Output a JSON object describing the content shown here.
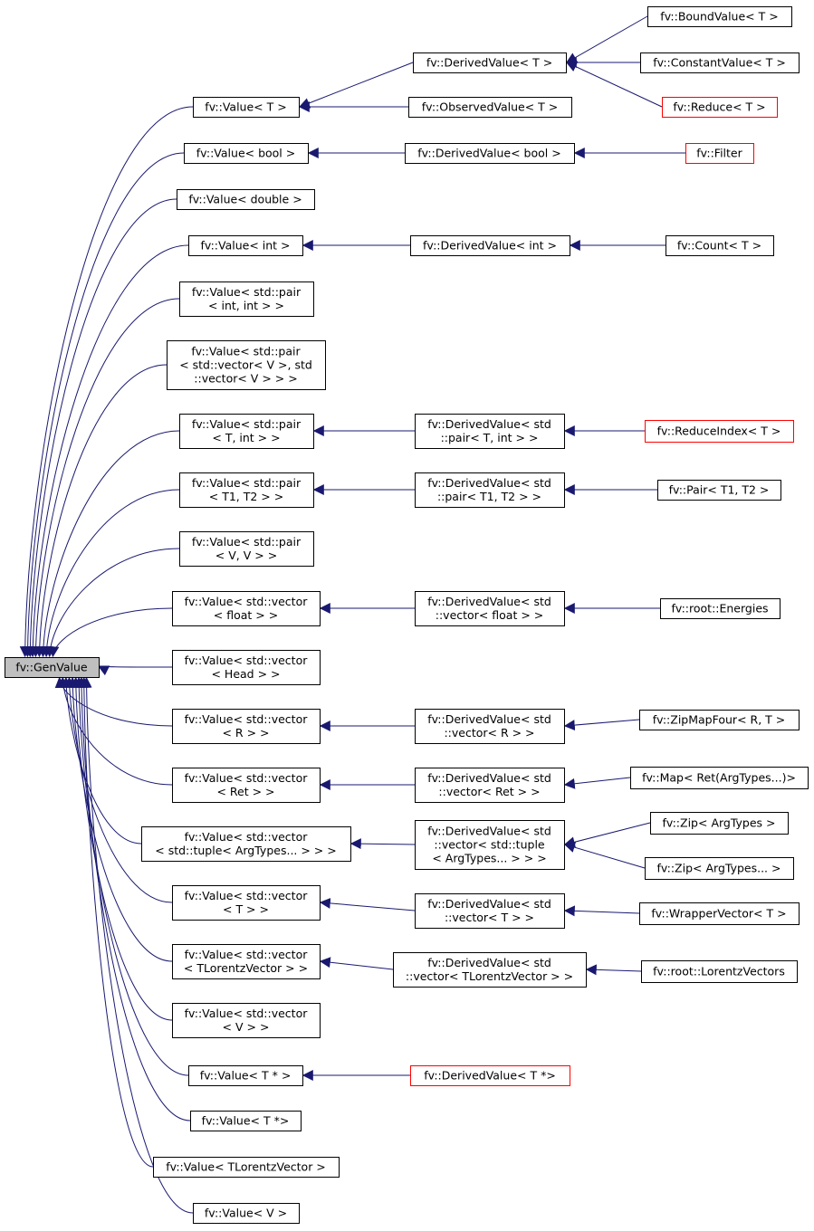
{
  "root": {
    "lines": [
      "fv::GenValue"
    ],
    "style": "root"
  },
  "nodes": [
    {
      "id": "bound",
      "lines": [
        "fv::BoundValue< T >"
      ],
      "style": "normal"
    },
    {
      "id": "derived_t",
      "lines": [
        "fv::DerivedValue< T >"
      ],
      "style": "normal"
    },
    {
      "id": "constant",
      "lines": [
        "fv::ConstantValue< T >"
      ],
      "style": "normal"
    },
    {
      "id": "value_t",
      "lines": [
        "fv::Value< T >"
      ],
      "style": "normal"
    },
    {
      "id": "observed",
      "lines": [
        "fv::ObservedValue< T >"
      ],
      "style": "normal"
    },
    {
      "id": "reduce",
      "lines": [
        "fv::Reduce< T >"
      ],
      "style": "red"
    },
    {
      "id": "value_bool",
      "lines": [
        "fv::Value< bool >"
      ],
      "style": "normal"
    },
    {
      "id": "derived_bool",
      "lines": [
        "fv::DerivedValue< bool >"
      ],
      "style": "normal"
    },
    {
      "id": "filter",
      "lines": [
        "fv::Filter"
      ],
      "style": "red"
    },
    {
      "id": "value_double",
      "lines": [
        "fv::Value< double >"
      ],
      "style": "normal"
    },
    {
      "id": "value_int",
      "lines": [
        "fv::Value< int >"
      ],
      "style": "normal"
    },
    {
      "id": "derived_int",
      "lines": [
        "fv::DerivedValue< int >"
      ],
      "style": "normal"
    },
    {
      "id": "count",
      "lines": [
        "fv::Count< T >"
      ],
      "style": "normal"
    },
    {
      "id": "value_pair_int",
      "lines": [
        "fv::Value< std::pair",
        "< int, int > >"
      ],
      "style": "normal"
    },
    {
      "id": "value_pair_vec",
      "lines": [
        "fv::Value< std::pair",
        "< std::vector< V >, std",
        "::vector< V > > >"
      ],
      "style": "normal"
    },
    {
      "id": "value_pair_t_int",
      "lines": [
        "fv::Value< std::pair",
        "< T, int > >"
      ],
      "style": "normal"
    },
    {
      "id": "derived_pair_t_int",
      "lines": [
        "fv::DerivedValue< std",
        "::pair< T, int > >"
      ],
      "style": "normal"
    },
    {
      "id": "reduceindex",
      "lines": [
        "fv::ReduceIndex< T >"
      ],
      "style": "red"
    },
    {
      "id": "value_pair_t1t2",
      "lines": [
        "fv::Value< std::pair",
        "< T1, T2 > >"
      ],
      "style": "normal"
    },
    {
      "id": "derived_pair_t1t2",
      "lines": [
        "fv::DerivedValue< std",
        "::pair< T1, T2 > >"
      ],
      "style": "normal"
    },
    {
      "id": "pair",
      "lines": [
        "fv::Pair< T1, T2 >"
      ],
      "style": "normal"
    },
    {
      "id": "value_pair_vv",
      "lines": [
        "fv::Value< std::pair",
        "< V, V > >"
      ],
      "style": "normal"
    },
    {
      "id": "value_vec_float",
      "lines": [
        "fv::Value< std::vector",
        "< float > >"
      ],
      "style": "normal"
    },
    {
      "id": "derived_vec_float",
      "lines": [
        "fv::DerivedValue< std",
        "::vector< float > >"
      ],
      "style": "normal"
    },
    {
      "id": "energies",
      "lines": [
        "fv::root::Energies"
      ],
      "style": "normal"
    },
    {
      "id": "value_vec_head",
      "lines": [
        "fv::Value< std::vector",
        "< Head > >"
      ],
      "style": "normal"
    },
    {
      "id": "value_vec_r",
      "lines": [
        "fv::Value< std::vector",
        "< R > >"
      ],
      "style": "normal"
    },
    {
      "id": "derived_vec_r",
      "lines": [
        "fv::DerivedValue< std",
        "::vector< R > >"
      ],
      "style": "normal"
    },
    {
      "id": "zipmapfour",
      "lines": [
        "fv::ZipMapFour< R, T >"
      ],
      "style": "normal"
    },
    {
      "id": "value_vec_ret",
      "lines": [
        "fv::Value< std::vector",
        "< Ret > >"
      ],
      "style": "normal"
    },
    {
      "id": "derived_vec_ret",
      "lines": [
        "fv::DerivedValue< std",
        "::vector< Ret > >"
      ],
      "style": "normal"
    },
    {
      "id": "map",
      "lines": [
        "fv::Map< Ret(ArgTypes...)>"
      ],
      "style": "normal"
    },
    {
      "id": "value_vec_tuple",
      "lines": [
        "fv::Value< std::vector",
        "< std::tuple< ArgTypes... > > >"
      ],
      "style": "normal"
    },
    {
      "id": "derived_vec_tuple",
      "lines": [
        "fv::DerivedValue< std",
        "::vector< std::tuple",
        "< ArgTypes... > > >"
      ],
      "style": "normal"
    },
    {
      "id": "zip1",
      "lines": [
        "fv::Zip< ArgTypes >"
      ],
      "style": "normal"
    },
    {
      "id": "zip2",
      "lines": [
        "fv::Zip< ArgTypes... >"
      ],
      "style": "normal"
    },
    {
      "id": "value_vec_t",
      "lines": [
        "fv::Value< std::vector",
        "< T > >"
      ],
      "style": "normal"
    },
    {
      "id": "derived_vec_t",
      "lines": [
        "fv::DerivedValue< std",
        "::vector< T > >"
      ],
      "style": "normal"
    },
    {
      "id": "wrappervector",
      "lines": [
        "fv::WrapperVector< T >"
      ],
      "style": "normal"
    },
    {
      "id": "value_vec_lv",
      "lines": [
        "fv::Value< std::vector",
        "< TLorentzVector > >"
      ],
      "style": "normal"
    },
    {
      "id": "derived_vec_lv",
      "lines": [
        "fv::DerivedValue< std",
        "::vector< TLorentzVector > >"
      ],
      "style": "normal"
    },
    {
      "id": "lorentzvectors",
      "lines": [
        "fv::root::LorentzVectors"
      ],
      "style": "normal"
    },
    {
      "id": "value_vec_v",
      "lines": [
        "fv::Value< std::vector",
        "< V > >"
      ],
      "style": "normal"
    },
    {
      "id": "value_tptr",
      "lines": [
        "fv::Value< T * >"
      ],
      "style": "normal"
    },
    {
      "id": "derived_tptr",
      "lines": [
        "fv::DerivedValue< T *>"
      ],
      "style": "red"
    },
    {
      "id": "value_tptr2",
      "lines": [
        "fv::Value< T *>"
      ],
      "style": "normal"
    },
    {
      "id": "value_lv",
      "lines": [
        "fv::Value< TLorentzVector >"
      ],
      "style": "normal"
    },
    {
      "id": "value_v",
      "lines": [
        "fv::Value< V >"
      ],
      "style": "normal"
    }
  ],
  "colors": {
    "edge": "#191970",
    "box": "#000000",
    "red_box": "#ff0000",
    "root_fill": "#bfbfbf"
  }
}
